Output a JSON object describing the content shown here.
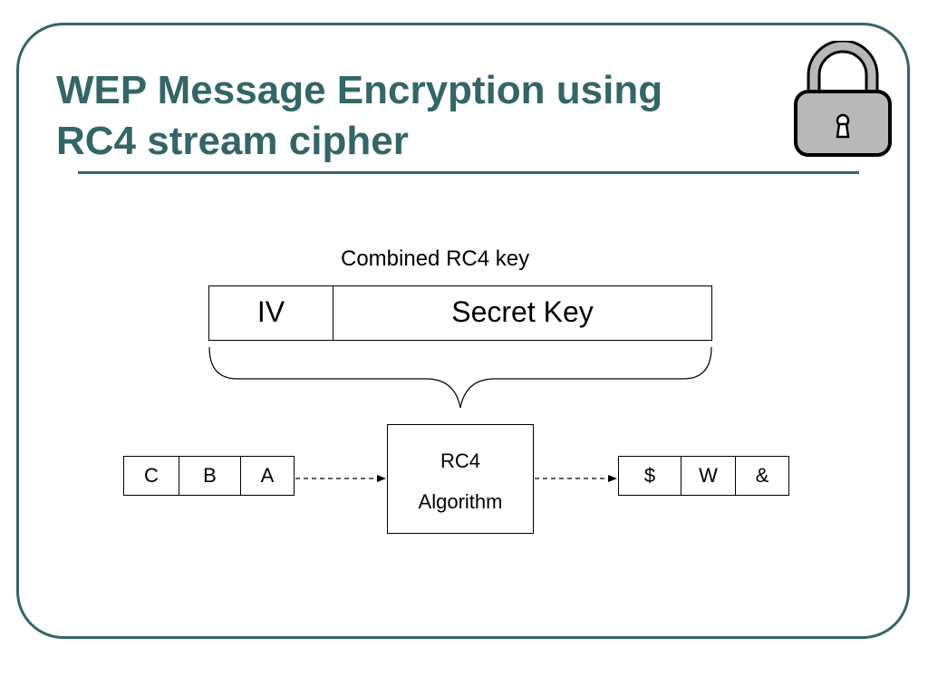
{
  "slide": {
    "title_line1": "WEP Message Encryption using",
    "title_line2": "RC4 stream cipher",
    "accent_color": "#336666"
  },
  "key": {
    "caption": "Combined RC4 key",
    "iv_label": "IV",
    "secret_label": "Secret Key"
  },
  "algorithm": {
    "line1": "RC4",
    "line2": "Algorithm"
  },
  "plaintext_cells": [
    "C",
    "B",
    "A"
  ],
  "ciphertext_cells": [
    "$",
    "W",
    "&"
  ],
  "icons": {
    "lock": "padlock-icon"
  }
}
